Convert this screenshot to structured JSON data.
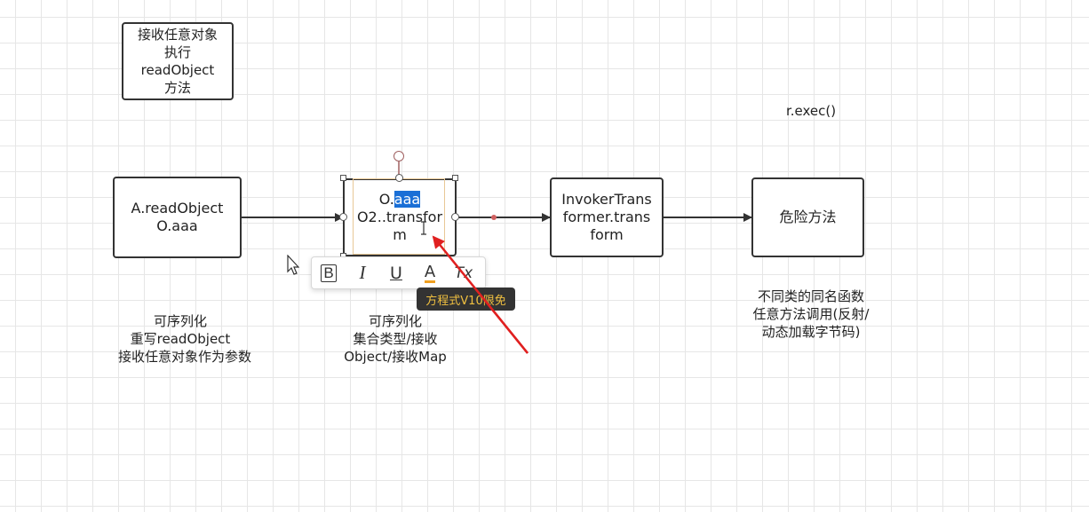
{
  "nodes": {
    "top_box": [
      "接收任意对象",
      "执行",
      "readObject",
      "方法"
    ],
    "a_node": [
      "A.readObject",
      "O.aaa"
    ],
    "o_node": {
      "line1_pre": "O.",
      "line1_sel": "aaa",
      "line2": "O2..transfor",
      "line3": "m"
    },
    "invoker_node": [
      "InvokerTrans",
      "former.trans",
      "form"
    ],
    "danger_node": [
      "危险方法"
    ]
  },
  "labels": {
    "rexec": "r.exec()",
    "under_a": [
      "可序列化",
      "重写readObject",
      "接收任意对象作为参数"
    ],
    "under_o": [
      "可序列化",
      "集合类型/接收",
      "Object/接收Map"
    ],
    "under_danger": [
      "不同类的同名函数",
      "任意方法调用(反射/",
      "动态加载字节码)"
    ]
  },
  "toolbar": {
    "bold": "B",
    "italic": "I",
    "underline": "U",
    "font_color": "A",
    "clear_format": "Tx"
  },
  "tooltip": "方程式V10限免",
  "colors": {
    "arrow_red": "#e02020",
    "selection": "#1a6fd6",
    "tooltip_text": "#f0c040"
  }
}
